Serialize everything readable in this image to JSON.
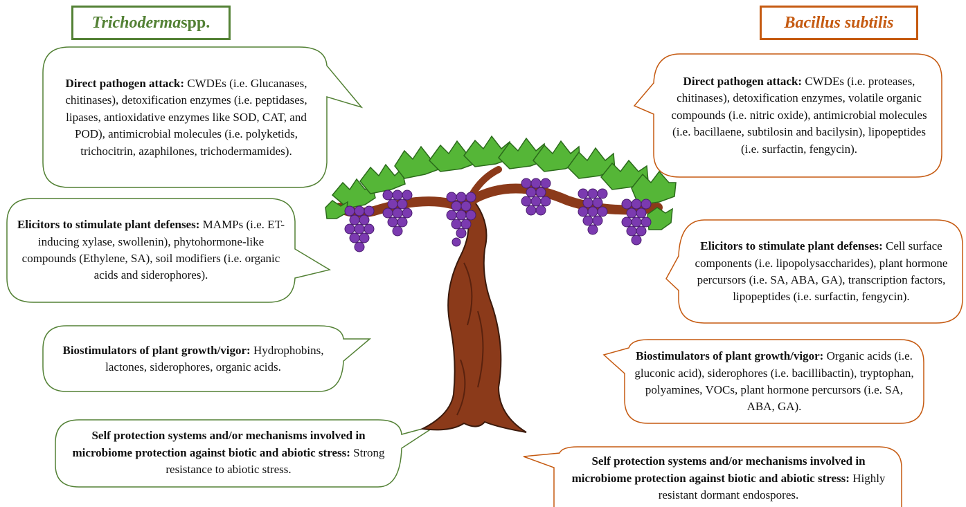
{
  "headers": {
    "left": {
      "italic": "Trichoderma",
      "normal": " spp.",
      "color": "#538135"
    },
    "right": {
      "italic": "Bacillus subtilis",
      "color": "#c55a11"
    }
  },
  "left_boxes": [
    {
      "title": "Direct pathogen attack:",
      "body": " CWDEs (i.e. Glucanases, chitinases), detoxification enzymes (i.e. peptidases, lipases, antioxidative enzymes like SOD, CAT, and POD), antimicrobial molecules (i.e. polyketids, trichocitrin, azaphilones, trichodermamides)."
    },
    {
      "title": "Elicitors to stimulate plant defenses:",
      "body": " MAMPs (i.e. ET-inducing xylase, swollenin), phytohormone-like compounds (Ethylene, SA), soil modifiers (i.e. organic acids and siderophores)."
    },
    {
      "title": "Biostimulators of plant growth/vigor:",
      "body": " Hydrophobins, lactones, siderophores, organic acids."
    },
    {
      "title": "Self protection systems and/or mechanisms involved in microbiome protection against biotic and abiotic stress:",
      "body": " Strong resistance to abiotic stress."
    }
  ],
  "right_boxes": [
    {
      "title": "Direct pathogen attack:",
      "body": " CWDEs (i.e. proteases, chitinases), detoxification enzymes, volatile organic compounds (i.e. nitric oxide), antimicrobial molecules (i.e. bacillaene, subtilosin and bacilysin), lipopeptides (i.e. surfactin, fengycin)."
    },
    {
      "title": "Elicitors to stimulate plant defenses:",
      "body": " Cell surface components (i.e. lipopolysaccharides), plant hormone percursors (i.e. SA, ABA, GA), transcription factors, lipopeptides (i.e. surfactin, fengycin)."
    },
    {
      "title": "Biostimulators of plant growth/vigor:",
      "body": " Organic acids (i.e. gluconic acid), siderophores (i.e. bacillibactin), tryptophan, polyamines, VOCs, plant hormone percursors (i.e. SA, ABA, GA)."
    },
    {
      "title": "Self protection systems and/or mechanisms involved in microbiome protection against biotic and abiotic stress:",
      "body": " Highly resistant dormant endospores."
    }
  ],
  "colors": {
    "left_border": "#538135",
    "right_border": "#c55a11",
    "trunk": "#8b3a1a",
    "leaf": "#55b637",
    "grape": "#7b3ab0"
  }
}
